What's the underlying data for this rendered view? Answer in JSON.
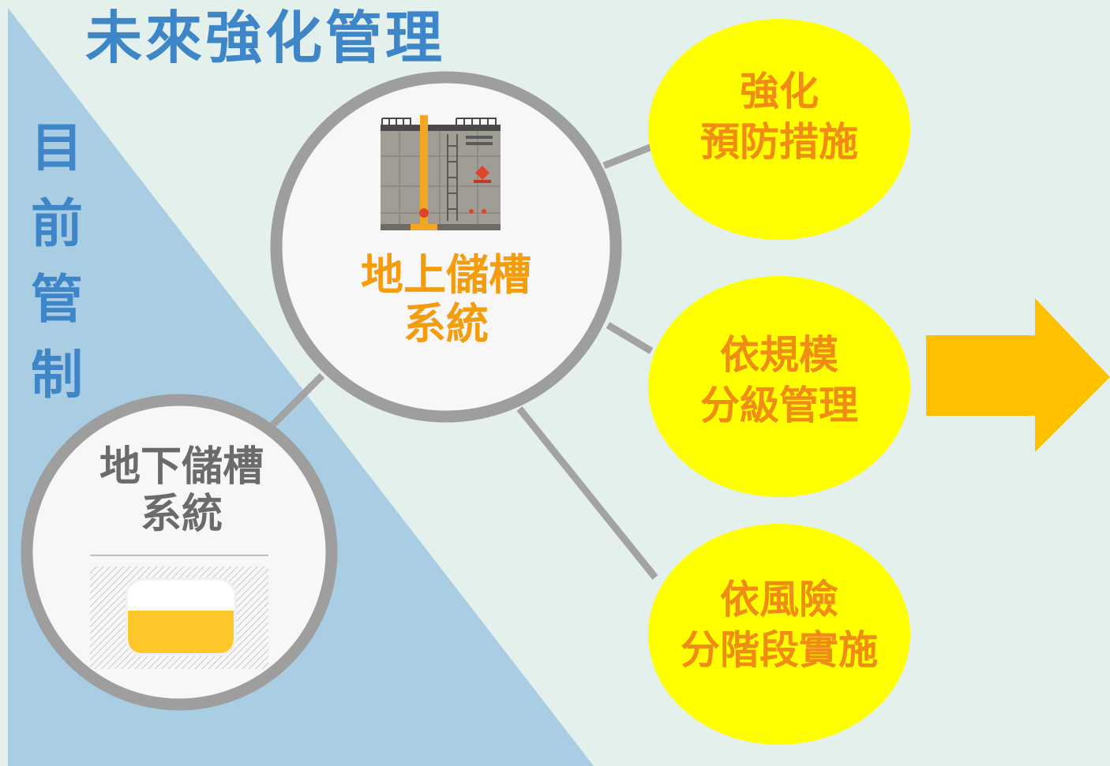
{
  "title_future": "未來強化管理",
  "title_current": "目前管制",
  "above_ground_label": [
    "地上儲槽",
    "系統"
  ],
  "under_ground_label": [
    "地下儲槽",
    "系統"
  ],
  "measures": [
    {
      "lines": [
        "強化",
        "預防措施"
      ]
    },
    {
      "lines": [
        "依規模",
        "分級管理"
      ]
    },
    {
      "lines": [
        "依風險",
        "分階段實施"
      ]
    }
  ],
  "colors": {
    "background": "#e3f0eb",
    "triangle": "#a9cee4",
    "title": "#3e86c8",
    "measure_fill": "#ffff00",
    "measure_text": "#f08c14",
    "arrow": "#ffc000",
    "ring": "#9e9e9e",
    "above_text": "#f39c0d",
    "under_text": "#6b6b6b"
  },
  "icons": [
    "storage-tank-icon",
    "underground-tank-icon",
    "right-arrow-icon"
  ]
}
